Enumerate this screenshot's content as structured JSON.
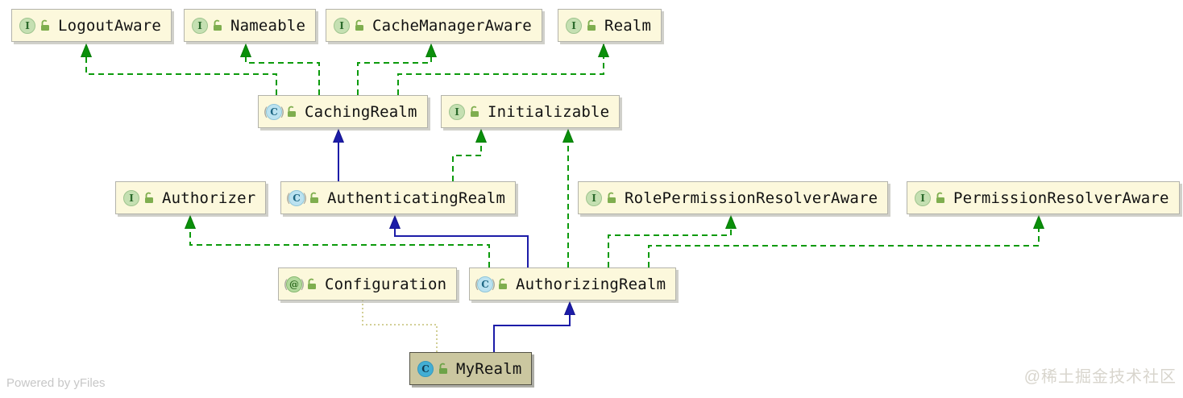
{
  "diagram": {
    "type": "uml-class-diagram",
    "nodes": {
      "logout_aware": {
        "label": "LogoutAware",
        "kind": "interface"
      },
      "nameable": {
        "label": "Nameable",
        "kind": "interface"
      },
      "cache_manager_aware": {
        "label": "CacheManagerAware",
        "kind": "interface"
      },
      "realm": {
        "label": "Realm",
        "kind": "interface"
      },
      "caching_realm": {
        "label": "CachingRealm",
        "kind": "abstract-class"
      },
      "initializable": {
        "label": "Initializable",
        "kind": "interface"
      },
      "authorizer": {
        "label": "Authorizer",
        "kind": "interface"
      },
      "authenticating_realm": {
        "label": "AuthenticatingRealm",
        "kind": "abstract-class"
      },
      "role_permission_resolver_aware": {
        "label": "RolePermissionResolverAware",
        "kind": "interface"
      },
      "permission_resolver_aware": {
        "label": "PermissionResolverAware",
        "kind": "interface"
      },
      "configuration": {
        "label": "Configuration",
        "kind": "annotation"
      },
      "authorizing_realm": {
        "label": "AuthorizingRealm",
        "kind": "abstract-class"
      },
      "my_realm": {
        "label": "MyRealm",
        "kind": "class",
        "selected": true
      }
    },
    "icon_glyphs": {
      "interface": "I",
      "class": "C",
      "annotation": "@"
    },
    "edges": [
      {
        "from": "CachingRealm",
        "to": "LogoutAware",
        "type": "implements"
      },
      {
        "from": "CachingRealm",
        "to": "Nameable",
        "type": "implements"
      },
      {
        "from": "CachingRealm",
        "to": "CacheManagerAware",
        "type": "implements"
      },
      {
        "from": "CachingRealm",
        "to": "Realm",
        "type": "implements"
      },
      {
        "from": "AuthenticatingRealm",
        "to": "CachingRealm",
        "type": "extends"
      },
      {
        "from": "AuthenticatingRealm",
        "to": "Initializable",
        "type": "implements"
      },
      {
        "from": "AuthorizingRealm",
        "to": "AuthenticatingRealm",
        "type": "extends"
      },
      {
        "from": "AuthorizingRealm",
        "to": "Initializable",
        "type": "implements"
      },
      {
        "from": "AuthorizingRealm",
        "to": "Authorizer",
        "type": "implements"
      },
      {
        "from": "AuthorizingRealm",
        "to": "RolePermissionResolverAware",
        "type": "implements"
      },
      {
        "from": "AuthorizingRealm",
        "to": "PermissionResolverAware",
        "type": "implements"
      },
      {
        "from": "MyRealm",
        "to": "AuthorizingRealm",
        "type": "extends"
      },
      {
        "from": "MyRealm",
        "to": "Configuration",
        "type": "annotation"
      }
    ],
    "colors": {
      "implements_edge": "#0c9a0c",
      "extends_edge": "#1c1ca8",
      "annotation_edge": "#d2cf96",
      "node_fill": "#fcf8dc",
      "selected_node_fill": "#cbc7a0",
      "interface_icon": "#c5e0b2",
      "class_icon": "#bbe2f0",
      "concrete_class_icon": "#43aed4",
      "annotation_icon": "#b2d99c"
    }
  },
  "footer": {
    "powered_by": "Powered by yFiles",
    "watermark": "@稀土掘金技术社区"
  }
}
